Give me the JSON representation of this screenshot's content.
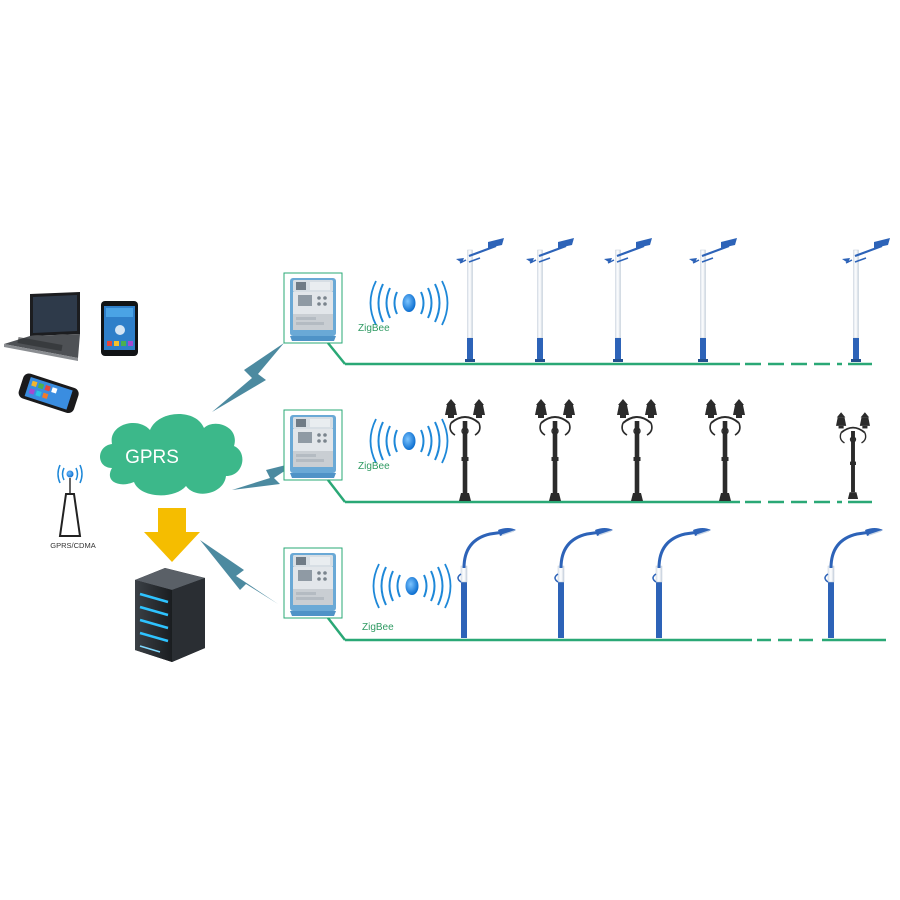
{
  "cloud": {
    "label": "GPRS"
  },
  "tower": {
    "label": "GPRS/CDMA"
  },
  "rows": [
    {
      "protocol": "ZigBee",
      "lamp_type": "single-arm-street-light",
      "lamp_count": 5
    },
    {
      "protocol": "ZigBee",
      "lamp_type": "twin-head-garden-lamp",
      "lamp_count": 5
    },
    {
      "protocol": "ZigBee",
      "lamp_type": "curved-arm-street-light",
      "lamp_count": 4
    }
  ],
  "colors": {
    "cloud": "#3cb88a",
    "bus_line": "#2aa876",
    "lightning": "#4c8aa0",
    "arrow": "#f5bd00",
    "signal": "#1e88d8",
    "zigbee_text": "#2f9a62",
    "pole_blue": "#2d63b8",
    "garden_lamp": "#2b2b2b",
    "meter_frame": "#2aa876"
  },
  "icons": [
    "laptop-icon",
    "tablet-icon",
    "smartphone-icon",
    "signal-tower-icon",
    "server-icon",
    "concentrator-icon",
    "wifi-signal-icon",
    "lightning-icon",
    "down-arrow-icon"
  ]
}
